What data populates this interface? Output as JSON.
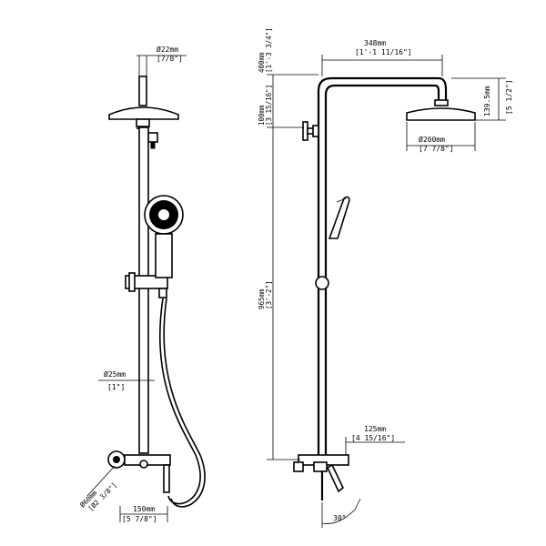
{
  "front_view": {
    "top_pipe_diameter": {
      "metric": "Ø22mm",
      "imperial": "[7/8\"]"
    },
    "riser_diameter": {
      "metric": "Ø25mm",
      "imperial": "[1\"]"
    },
    "escutcheon_diameter": {
      "metric": "Ø60mm",
      "imperial": "[Ø2 3/8\"]"
    },
    "inlet_spacing": {
      "metric": "150mm",
      "imperial": "[5 7/8\"]"
    }
  },
  "side_view": {
    "arm_length": {
      "metric": "348mm",
      "imperial": "[1'-1 11/16\"]"
    },
    "top_height": {
      "metric": "400mm",
      "imperial": "[1'-3 3/4\"]"
    },
    "diverter_height": {
      "metric": "100mm",
      "imperial": "[3 15/16\"]"
    },
    "head_height": {
      "metric": "139.5mm",
      "imperial": "[5 1/2\"]"
    },
    "head_diameter": {
      "metric": "Ø200mm",
      "imperial": "[7 7/8\"]"
    },
    "riser_length": {
      "metric": "965mm",
      "imperial": "[3'-2\"]"
    },
    "spout_projection": {
      "metric": "125mm",
      "imperial": "[4 15/16\"]"
    },
    "lever_angle": "30°"
  }
}
